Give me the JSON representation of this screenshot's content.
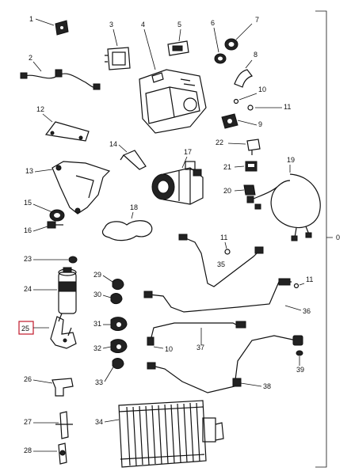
{
  "callouts": {
    "n1": "1",
    "n2": "2",
    "n3": "3",
    "n4": "4",
    "n6": "6",
    "n7": "7",
    "n8": "8",
    "n9": "9",
    "n10a": "10",
    "n11a": "11",
    "n12": "12",
    "n13": "13",
    "n14": "14",
    "n15": "15",
    "n16": "16",
    "n17": "17",
    "n18": "18",
    "n19": "19",
    "n20": "20",
    "n21": "21",
    "n22": "22",
    "n23": "23",
    "n24": "24",
    "n25": "25",
    "n26": "26",
    "n27": "27",
    "n28": "28",
    "n29": "29",
    "n30": "30",
    "n31": "31",
    "n32": "32",
    "n33": "33",
    "n34": "34",
    "n35": "35",
    "n36": "36",
    "n37": "37",
    "n38": "38",
    "n39": "39",
    "n10b": "10",
    "n11b": "11",
    "n11c": "11",
    "n0": "0"
  },
  "highlight": {
    "callout": "25",
    "color": "#c0182a"
  }
}
